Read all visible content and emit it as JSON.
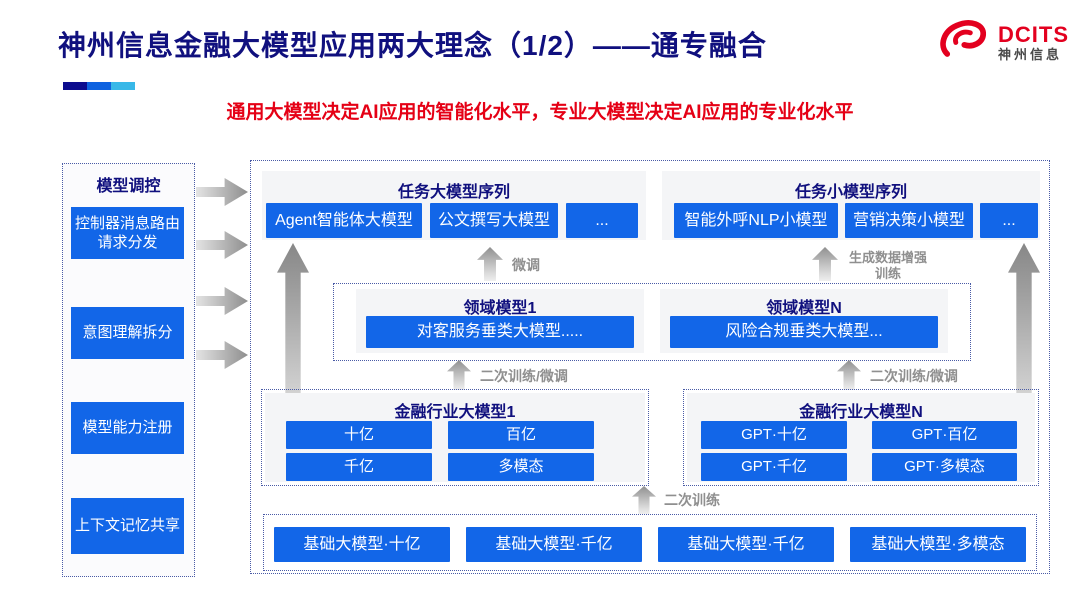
{
  "slide": {
    "title": "神州信息金融大模型应用两大理念（1/2）——通专融合",
    "subtitle": "通用大模型决定AI应用的智能化水平，专业大模型决定AI应用的专业化水平"
  },
  "logo": {
    "name": "DCITS",
    "subtitle": "神州信息"
  },
  "colors": {
    "box_blue": "#1266e8",
    "title_navy": "#10107e",
    "subtitle_red": "#e50015",
    "logo_red": "#e3001f",
    "panel_gray": "#f4f5f7",
    "arrow_gray": "#8e8e8e",
    "accent_segments": [
      "#0c0c8e",
      "#0e62e0",
      "#38b8e8"
    ]
  },
  "sidebar": {
    "title": "模型调控",
    "items": [
      "控制器消息路由请求分发",
      "意图理解拆分",
      "模型能力注册",
      "上下文记忆共享"
    ]
  },
  "diagram": {
    "task_large": {
      "title": "任务大模型序列",
      "items": [
        "Agent智能体大模型",
        "公文撰写大模型",
        "..."
      ]
    },
    "task_small": {
      "title": "任务小模型序列",
      "items": [
        "智能外呼NLP小模型",
        "营销决策小模型",
        "..."
      ]
    },
    "labels": {
      "fine_tune": "微调",
      "gen_data_train": "生成数据增强训练",
      "secondary_ft_left": "二次训练/微调",
      "secondary_ft_right": "二次训练/微调",
      "secondary_train": "二次训练"
    },
    "domain": {
      "groups": [
        {
          "title": "领域模型1",
          "item": "对客服务垂类大模型....."
        },
        {
          "title": "领域模型N",
          "item": "风险合规垂类大模型..."
        }
      ]
    },
    "industry": {
      "groups": [
        {
          "title": "金融行业大模型1",
          "items": [
            "十亿",
            "百亿",
            "千亿",
            "多模态"
          ]
        },
        {
          "title": "金融行业大模型N",
          "items": [
            "GPT·十亿",
            "GPT·百亿",
            "GPT·千亿",
            "GPT·多模态"
          ]
        }
      ]
    },
    "base": {
      "items": [
        "基础大模型·十亿",
        "基础大模型·千亿",
        "基础大模型·千亿",
        "基础大模型·多模态"
      ]
    }
  }
}
